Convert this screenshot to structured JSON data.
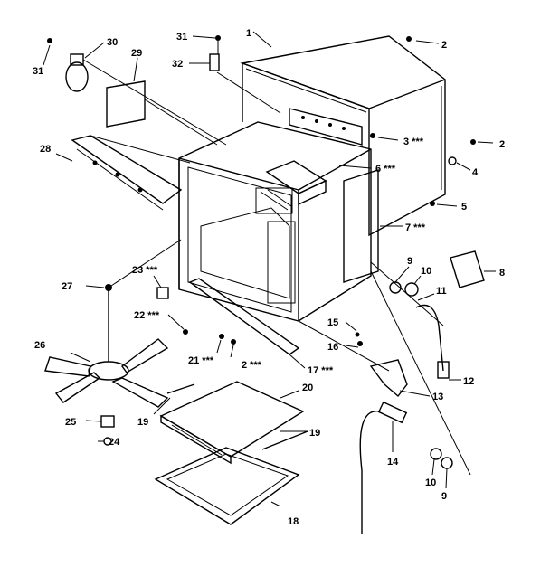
{
  "callouts": [
    {
      "id": "c1",
      "text": "1"
    },
    {
      "id": "c2a",
      "text": "2"
    },
    {
      "id": "c2b",
      "text": "2"
    },
    {
      "id": "c2c",
      "text": "2 ***"
    },
    {
      "id": "c3",
      "text": "3 ***"
    },
    {
      "id": "c4",
      "text": "4"
    },
    {
      "id": "c5",
      "text": "5"
    },
    {
      "id": "c6",
      "text": "6 ***"
    },
    {
      "id": "c7",
      "text": "7 ***"
    },
    {
      "id": "c8",
      "text": "8"
    },
    {
      "id": "c9a",
      "text": "9"
    },
    {
      "id": "c9b",
      "text": "9"
    },
    {
      "id": "c10a",
      "text": "10"
    },
    {
      "id": "c10b",
      "text": "10"
    },
    {
      "id": "c11",
      "text": "11"
    },
    {
      "id": "c12",
      "text": "12"
    },
    {
      "id": "c13",
      "text": "13"
    },
    {
      "id": "c14",
      "text": "14"
    },
    {
      "id": "c15",
      "text": "15"
    },
    {
      "id": "c16",
      "text": "16"
    },
    {
      "id": "c17",
      "text": "17 ***"
    },
    {
      "id": "c18",
      "text": "18"
    },
    {
      "id": "c19a",
      "text": "19"
    },
    {
      "id": "c19b",
      "text": "19"
    },
    {
      "id": "c20",
      "text": "20"
    },
    {
      "id": "c21",
      "text": "21 ***"
    },
    {
      "id": "c22",
      "text": "22 ***"
    },
    {
      "id": "c23",
      "text": "23 ***"
    },
    {
      "id": "c24",
      "text": "24"
    },
    {
      "id": "c25",
      "text": "25"
    },
    {
      "id": "c26",
      "text": "26"
    },
    {
      "id": "c27",
      "text": "27"
    },
    {
      "id": "c28",
      "text": "28"
    },
    {
      "id": "c29",
      "text": "29"
    },
    {
      "id": "c30",
      "text": "30"
    },
    {
      "id": "c31a",
      "text": "31"
    },
    {
      "id": "c31b",
      "text": "31"
    },
    {
      "id": "c32",
      "text": "32"
    }
  ]
}
